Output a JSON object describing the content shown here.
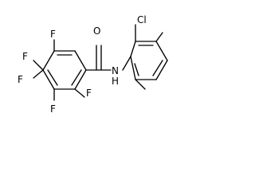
{
  "molecule": {
    "atoms": {
      "O": "O",
      "N": "N",
      "H": "H",
      "Cl": "Cl",
      "F1": "F",
      "F2": "F",
      "F3": "F",
      "F4": "F",
      "F5": "F"
    }
  }
}
